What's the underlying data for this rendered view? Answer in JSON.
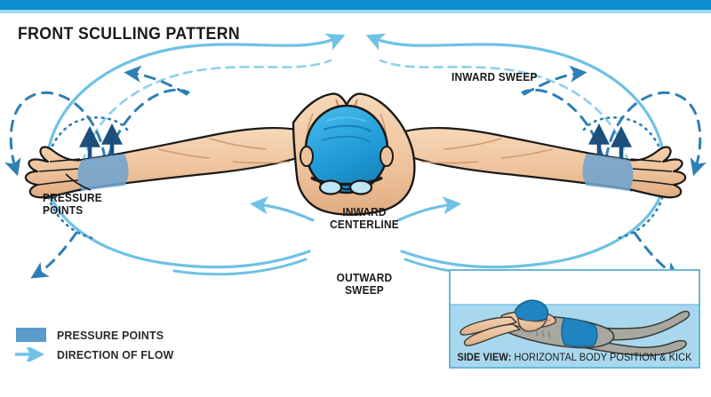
{
  "banner": {
    "color": "#0d8ecf",
    "accent_color": "#9fd8ef"
  },
  "title": "FRONT SCULLING PATTERN",
  "labels": {
    "inward_sweep": "INWARD SWEEP",
    "inward_centerline": "INWARD\nCENTERLINE",
    "outward_sweep": "OUTWARD\nSWEEP",
    "pressure_points": "PRESSURE\nPOINTS"
  },
  "legend": {
    "items": [
      {
        "key": "pressure-swatch",
        "label": "PRESSURE POINTS",
        "color": "#5b9bcb"
      },
      {
        "key": "flow-arrow",
        "label": "DIRECTION OF FLOW",
        "color": "#6fc1e5"
      }
    ]
  },
  "inset": {
    "caption_bold": "SIDE VIEW:",
    "caption_rest": " HORIZONTAL BODY POSITION & KICK",
    "background_color": "#cce9f6",
    "border_color": "#6ab6d8"
  },
  "colors": {
    "skin": "#f0c9a4",
    "skin_shadow": "#dda97f",
    "cap_blue": "#2ba6dd",
    "pressure_blue": "#6fa4cf",
    "flow_light": "#6fc1e5",
    "flow_dark": "#2e7fb5",
    "arrow_navy": "#1d4f7c",
    "outline": "#1a1a1a",
    "inset_water": "#a9d8ee",
    "inset_body": "#a8a8a0"
  }
}
